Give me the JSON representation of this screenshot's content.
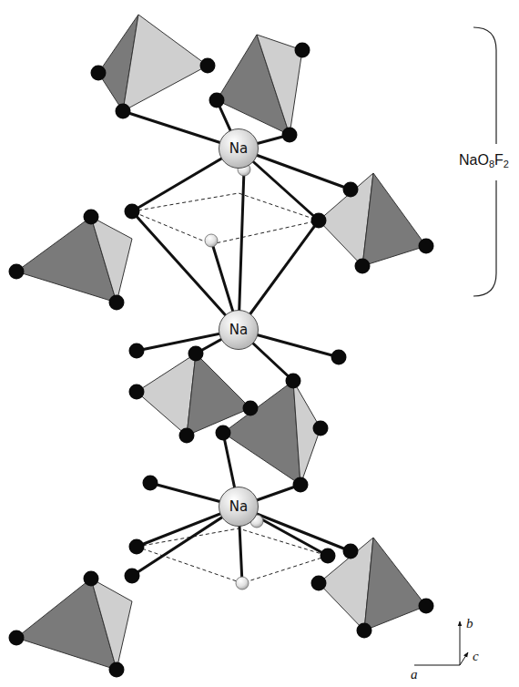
{
  "diagram": {
    "nodes": [
      {
        "text": [
          "Na"
        ]
      },
      {
        "text": [
          "Na"
        ]
      },
      {
        "text": [
          "Na"
        ]
      }
    ],
    "labels": [
      "NaO8F2",
      "b",
      "c",
      "a"
    ]
  }
}
